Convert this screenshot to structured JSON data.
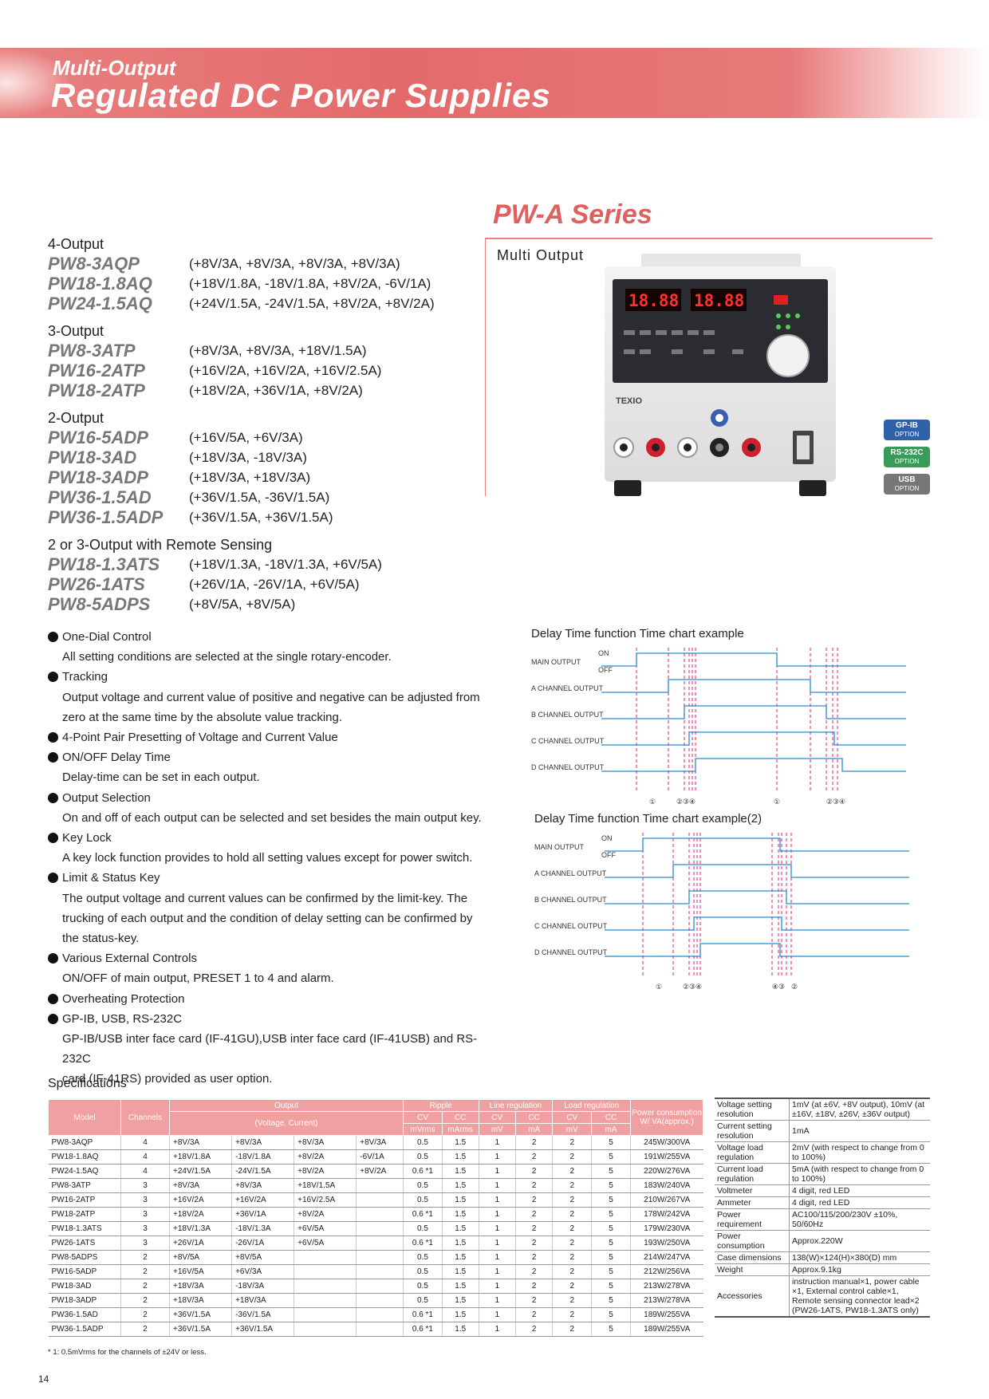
{
  "banner": {
    "line1": "Multi-Output",
    "line2": "Regulated DC Power Supplies"
  },
  "series": {
    "title": "PW-A Series",
    "subtitle": "Multi Output",
    "brand": "TEXIO",
    "badges": [
      {
        "top": "GP-IB",
        "bottom": "OPTION",
        "color": "#3060a8"
      },
      {
        "top": "RS-232C",
        "bottom": "OPTION",
        "color": "#3a9a5a"
      },
      {
        "top": "USB",
        "bottom": "OPTION",
        "color": "#777777"
      }
    ],
    "display_a": "18.88",
    "display_v": "18.88"
  },
  "model_groups": [
    {
      "label": "4-Output",
      "models": [
        {
          "name": "PW8-3AQP",
          "spec": "(+8V/3A, +8V/3A, +8V/3A, +8V/3A)"
        },
        {
          "name": "PW18-1.8AQ",
          "spec": "(+18V/1.8A, -18V/1.8A, +8V/2A, -6V/1A)"
        },
        {
          "name": "PW24-1.5AQ",
          "spec": "(+24V/1.5A, -24V/1.5A, +8V/2A, +8V/2A)"
        }
      ]
    },
    {
      "label": "3-Output",
      "models": [
        {
          "name": "PW8-3ATP",
          "spec": "(+8V/3A, +8V/3A, +18V/1.5A)"
        },
        {
          "name": "PW16-2ATP",
          "spec": "(+16V/2A, +16V/2A, +16V/2.5A)"
        },
        {
          "name": "PW18-2ATP",
          "spec": "(+18V/2A, +36V/1A, +8V/2A)"
        }
      ]
    },
    {
      "label": "2-Output",
      "models": [
        {
          "name": "PW16-5ADP",
          "spec": "(+16V/5A, +6V/3A)"
        },
        {
          "name": "PW18-3AD",
          "spec": "(+18V/3A, -18V/3A)"
        },
        {
          "name": "PW18-3ADP",
          "spec": "(+18V/3A, +18V/3A)"
        },
        {
          "name": "PW36-1.5AD",
          "spec": "(+36V/1.5A, -36V/1.5A)"
        },
        {
          "name": "PW36-1.5ADP",
          "spec": "(+36V/1.5A, +36V/1.5A)"
        }
      ]
    },
    {
      "label": "2 or 3-Output with Remote Sensing",
      "models": [
        {
          "name": "PW18-1.3ATS",
          "spec": "(+18V/1.3A, -18V/1.3A, +6V/5A)"
        },
        {
          "name": "PW26-1ATS",
          "spec": "(+26V/1A, -26V/1A, +6V/5A)"
        },
        {
          "name": "PW8-5ADPS",
          "spec": "(+8V/5A, +8V/5A)"
        }
      ]
    }
  ],
  "features": [
    {
      "title": "One-Dial Control",
      "desc": [
        "All setting conditions are selected at the single rotary-encoder."
      ]
    },
    {
      "title": "Tracking",
      "desc": [
        "Output voltage and current value of positive and negative can be adjusted from",
        "zero at the same time by the absolute value tracking."
      ]
    },
    {
      "title": "4-Point Pair Presetting of Voltage and Current Value",
      "desc": []
    },
    {
      "title": "ON/OFF Delay Time",
      "desc": [
        "Delay-time can be set in each output."
      ]
    },
    {
      "title": "Output Selection",
      "desc": [
        "On and off of each output can be selected and set besides the main output key."
      ]
    },
    {
      "title": "Key Lock",
      "desc": [
        "A key lock function provides to hold all setting values except for power switch."
      ]
    },
    {
      "title": "Limit & Status Key",
      "desc": [
        "The output voltage and current values can be confirmed by the limit-key. The",
        "trucking of each output and the condition of delay setting can be confirmed by",
        "the status-key."
      ]
    },
    {
      "title": "Various External Controls",
      "desc": [
        "ON/OFF of main output, PRESET 1 to 4 and alarm."
      ]
    },
    {
      "title": "Overheating Protection",
      "desc": []
    },
    {
      "title": "GP-IB, USB, RS-232C",
      "desc": [
        "GP-IB/USB inter face card (IF-41GU),USB inter face card (IF-41USB) and RS-232C",
        "card (IF-41RS) provided as user option."
      ]
    }
  ],
  "timing_charts": [
    {
      "title": "Delay Time function Time chart example",
      "on": "ON",
      "off": "OFF",
      "channels": [
        "MAIN OUTPUT",
        "A CHANNEL OUTPUT",
        "B CHANNEL OUTPUT",
        "C CHANNEL OUTPUT",
        "D CHANNEL OUTPUT"
      ],
      "markers": [
        "①",
        "②③④",
        "①",
        "②③④"
      ]
    },
    {
      "title": "Delay Time function Time chart example(2)",
      "on": "ON",
      "off": "OFF",
      "channels": [
        "MAIN OUTPUT",
        "A CHANNEL OUTPUT",
        "B CHANNEL OUTPUT",
        "C CHANNEL OUTPUT",
        "D CHANNEL OUTPUT"
      ],
      "markers": [
        "①",
        "②③④",
        "④③",
        "②"
      ]
    }
  ],
  "specs": {
    "title": "Specifications",
    "headers": {
      "model": "Model",
      "channels": "Channels",
      "output": "Output",
      "output_sub": "(Voltage, Current)",
      "ripple": "Ripple",
      "line": "Line regulation",
      "load": "Load regulation",
      "power": "Power consumption W/ VA(approx.)",
      "cv": "CV",
      "cc": "CC",
      "mvrms": "mVrms",
      "marms": "mArms",
      "mv": "mV",
      "ma": "mA"
    },
    "rows": [
      [
        "PW8-3AQP",
        "4",
        "+8V/3A",
        "+8V/3A",
        "+8V/3A",
        "+8V/3A",
        "0.5",
        "1.5",
        "1",
        "2",
        "2",
        "5",
        "245W/300VA"
      ],
      [
        "PW18-1.8AQ",
        "4",
        "+18V/1.8A",
        "-18V/1.8A",
        "+8V/2A",
        "-6V/1A",
        "0.5",
        "1.5",
        "1",
        "2",
        "2",
        "5",
        "191W/255VA"
      ],
      [
        "PW24-1.5AQ",
        "4",
        "+24V/1.5A",
        "-24V/1.5A",
        "+8V/2A",
        "+8V/2A",
        "0.6 *1",
        "1.5",
        "1",
        "2",
        "2",
        "5",
        "220W/276VA"
      ],
      [
        "PW8-3ATP",
        "3",
        "+8V/3A",
        "+8V/3A",
        "+18V/1.5A",
        "",
        "0.5",
        "1.5",
        "1",
        "2",
        "2",
        "5",
        "183W/240VA"
      ],
      [
        "PW16-2ATP",
        "3",
        "+16V/2A",
        "+16V/2A",
        "+16V/2.5A",
        "",
        "0.5",
        "1.5",
        "1",
        "2",
        "2",
        "5",
        "210W/267VA"
      ],
      [
        "PW18-2ATP",
        "3",
        "+18V/2A",
        "+36V/1A",
        "+8V/2A",
        "",
        "0.6 *1",
        "1.5",
        "1",
        "2",
        "2",
        "5",
        "178W/242VA"
      ],
      [
        "PW18-1.3ATS",
        "3",
        "+18V/1.3A",
        "-18V/1.3A",
        "+6V/5A",
        "",
        "0.5",
        "1.5",
        "1",
        "2",
        "2",
        "5",
        "179W/230VA"
      ],
      [
        "PW26-1ATS",
        "3",
        "+26V/1A",
        "-26V/1A",
        "+6V/5A",
        "",
        "0.6 *1",
        "1.5",
        "1",
        "2",
        "2",
        "5",
        "193W/250VA"
      ],
      [
        "PW8-5ADPS",
        "2",
        "+8V/5A",
        "+8V/5A",
        "",
        "",
        "0.5",
        "1.5",
        "1",
        "2",
        "2",
        "5",
        "214W/247VA"
      ],
      [
        "PW16-5ADP",
        "2",
        "+16V/5A",
        "+6V/3A",
        "",
        "",
        "0.5",
        "1.5",
        "1",
        "2",
        "2",
        "5",
        "212W/256VA"
      ],
      [
        "PW18-3AD",
        "2",
        "+18V/3A",
        "-18V/3A",
        "",
        "",
        "0.5",
        "1.5",
        "1",
        "2",
        "2",
        "5",
        "213W/278VA"
      ],
      [
        "PW18-3ADP",
        "2",
        "+18V/3A",
        "+18V/3A",
        "",
        "",
        "0.5",
        "1.5",
        "1",
        "2",
        "2",
        "5",
        "213W/278VA"
      ],
      [
        "PW36-1.5AD",
        "2",
        "+36V/1.5A",
        "-36V/1.5A",
        "",
        "",
        "0.6 *1",
        "1.5",
        "1",
        "2",
        "2",
        "5",
        "189W/255VA"
      ],
      [
        "PW36-1.5ADP",
        "2",
        "+36V/1.5A",
        "+36V/1.5A",
        "",
        "",
        "0.6 *1",
        "1.5",
        "1",
        "2",
        "2",
        "5",
        "189W/255VA"
      ]
    ],
    "common": [
      [
        "Voltage setting resolution",
        "1mV (at ±6V, +8V output), 10mV (at ±16V, ±18V, ±26V, ±36V output)"
      ],
      [
        "Current setting resolution",
        "1mA"
      ],
      [
        "Voltage load regulation",
        "2mV (with respect to change from 0 to 100%)"
      ],
      [
        "Current load regulation",
        "5mA (with respect to change from 0 to 100%)"
      ],
      [
        "Voltmeter",
        "4 digit, red LED"
      ],
      [
        "Ammeter",
        "4 digit, red LED"
      ],
      [
        "Power requirement",
        "AC100/115/200/230V ±10%, 50/60Hz"
      ],
      [
        "Power consumption",
        "Approx.220W"
      ],
      [
        "Case dimensions",
        "138(W)×124(H)×380(D) mm"
      ],
      [
        "Weight",
        "Approx.9.1kg"
      ],
      [
        "Accessories",
        "instruction manual×1, power cable ×1, External control cable×1, Remote sensing connector lead×2 (PW26-1ATS, PW18-1.3ATS only)"
      ]
    ],
    "footnote": "* 1: 0.5mVrms for the channels of ±24V or less."
  },
  "page_number": "14"
}
